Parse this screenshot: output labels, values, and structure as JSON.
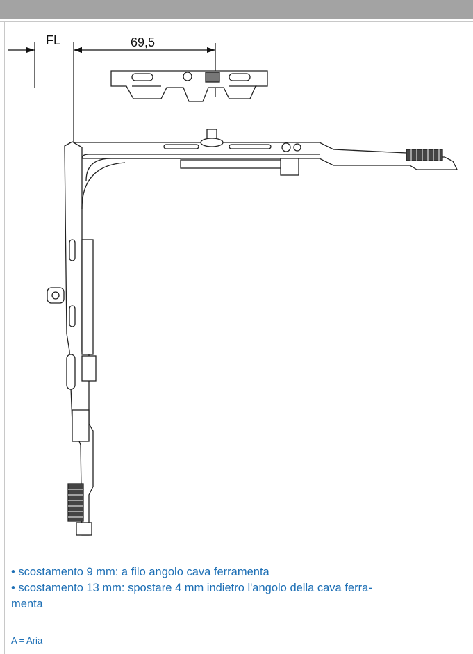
{
  "dimensions": {
    "fl_label": "FL",
    "width_label": "69,5"
  },
  "notes": {
    "items": [
      "• scostamento 9 mm: a filo angolo cava ferramenta",
      "• scostamento 13 mm: spostare 4 mm indietro l'angolo della cava ferra-menta"
    ],
    "item2_part1": "• scostamento 13 mm: spostare 4 mm indietro l'angolo della cava ferra-",
    "item2_part2": "menta"
  },
  "legend": "A = Aria"
}
